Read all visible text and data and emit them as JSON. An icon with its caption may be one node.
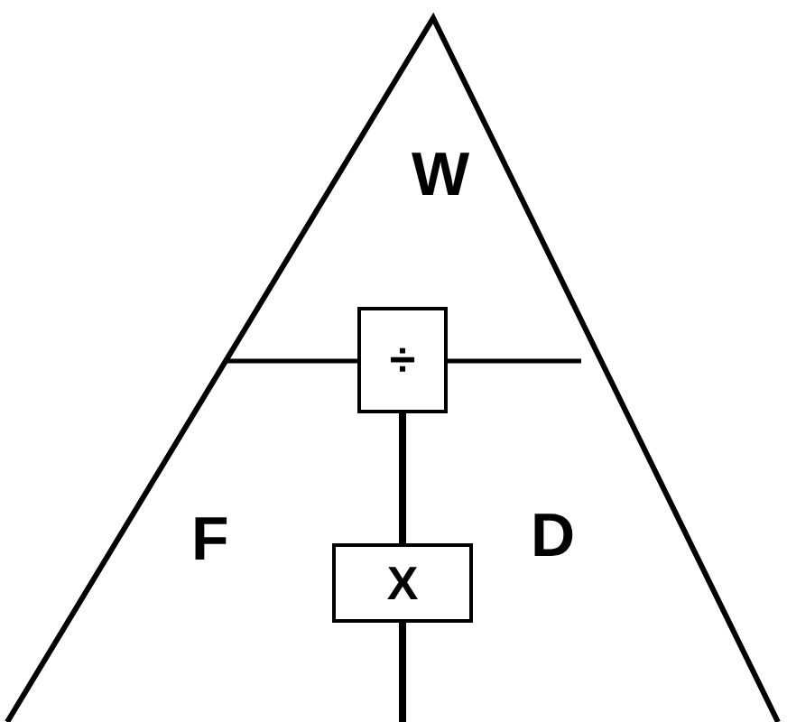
{
  "diagram": {
    "nodes": [
      {
        "text": [
          "÷"
        ]
      },
      {
        "text": [
          "X"
        ]
      }
    ],
    "edges": [
      {
        "from": 0,
        "to": 1,
        "arrow": "none"
      }
    ],
    "labels": [
      "W",
      "F",
      "D"
    ]
  }
}
